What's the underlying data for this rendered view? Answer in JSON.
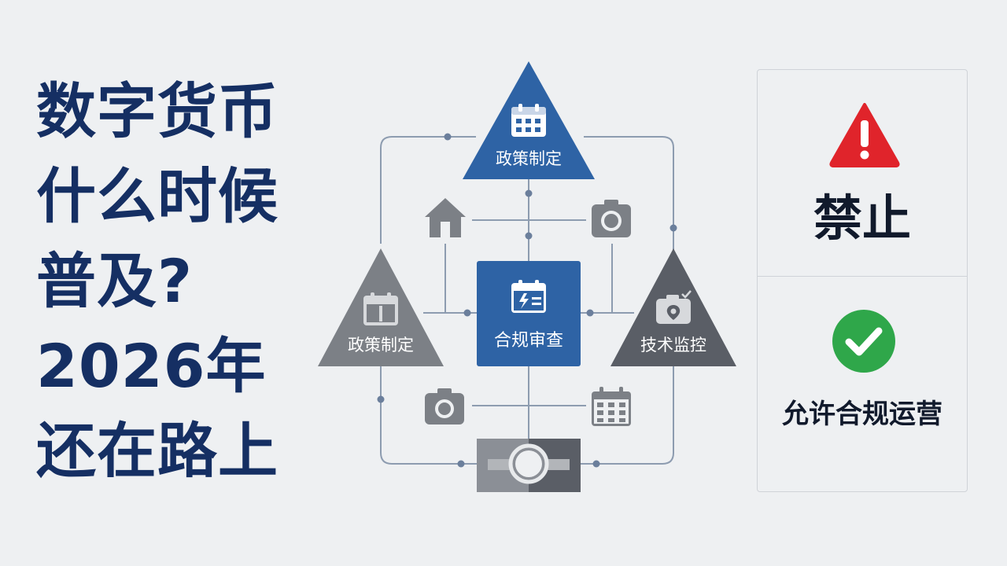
{
  "headline": {
    "lines": [
      "数字货币",
      "什么时候",
      "普及?",
      "2026年",
      "还在路上"
    ]
  },
  "diagram": {
    "top_node": "政策制定",
    "left_node": "政策制定",
    "center_node": "合规审查",
    "right_node": "技术监控"
  },
  "panel": {
    "ban_label": "禁止",
    "allow_label": "允许合规运营"
  },
  "colors": {
    "navy": "#152f63",
    "blue": "#2e63a5",
    "gray": "#7c8086",
    "dark_gray": "#5a5e66",
    "line": "#8d9cb0",
    "red": "#e0242b",
    "green": "#2fa74a"
  },
  "icons": [
    "calendar-icon",
    "home-icon",
    "camera-icon",
    "warning-icon",
    "check-icon"
  ]
}
